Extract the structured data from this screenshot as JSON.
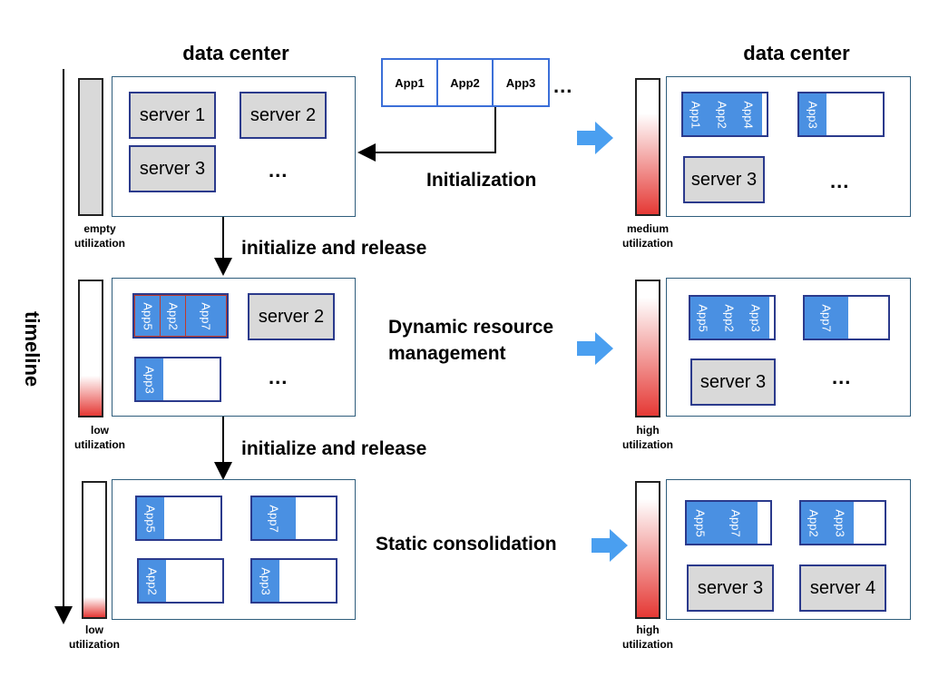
{
  "titles": {
    "left": "data center",
    "right": "data center"
  },
  "timeline": "timeline",
  "queue": {
    "apps": [
      "App1",
      "App2",
      "App3"
    ],
    "ellipsis": "..."
  },
  "steps": {
    "initialization": "Initialization",
    "init_release_1": "initialize and  release",
    "init_release_2": "initialize and  release",
    "dynamic_line1": "Dynamic resource",
    "dynamic_line2": "management",
    "static": "Static consolidation"
  },
  "rows": [
    {
      "left": {
        "servers": [
          "server 1",
          "server 2",
          "server 3"
        ],
        "ellipsis": "...",
        "util_line1": "empty",
        "util_line2": "utilization",
        "util_fraction": 1.0,
        "util_style": "gray"
      },
      "right": {
        "slot_a": [
          "App1",
          "App2",
          "App4"
        ],
        "slot_b": [
          "App3"
        ],
        "server": "server 3",
        "ellipsis": "...",
        "util_line1": "medium",
        "util_line2": "utilization",
        "util_fraction": 0.75
      }
    },
    {
      "left": {
        "slot_a": [
          "App5",
          "App2",
          "App7"
        ],
        "server": "server 2",
        "slot_b": [
          "App3"
        ],
        "ellipsis": "...",
        "util_line1": "low",
        "util_line2": "utilization",
        "util_fraction": 0.3
      },
      "right": {
        "slot_a": [
          "App5",
          "App2",
          "App3"
        ],
        "slot_b": [
          "App7"
        ],
        "server": "server 3",
        "ellipsis": "...",
        "util_line1": "high",
        "util_line2": "utilization",
        "util_fraction": 0.88
      }
    },
    {
      "left": {
        "slots": [
          "App5",
          "App7",
          "App2",
          "App3"
        ],
        "util_line1": "low",
        "util_line2": "utilization",
        "util_fraction": 0.15
      },
      "right": {
        "slot_a": [
          "App5",
          "App7"
        ],
        "slot_b": [
          "App2",
          "App3"
        ],
        "servers": [
          "server 3",
          "server 4"
        ],
        "util_line1": "high",
        "util_line2": "utilization",
        "util_fraction": 0.88
      }
    }
  ],
  "colors": {
    "app_blue": "#4a90e2",
    "arrow_blue": "#4a9ff0",
    "util_red": "#e53935",
    "server_gray": "#d9d9d9"
  }
}
